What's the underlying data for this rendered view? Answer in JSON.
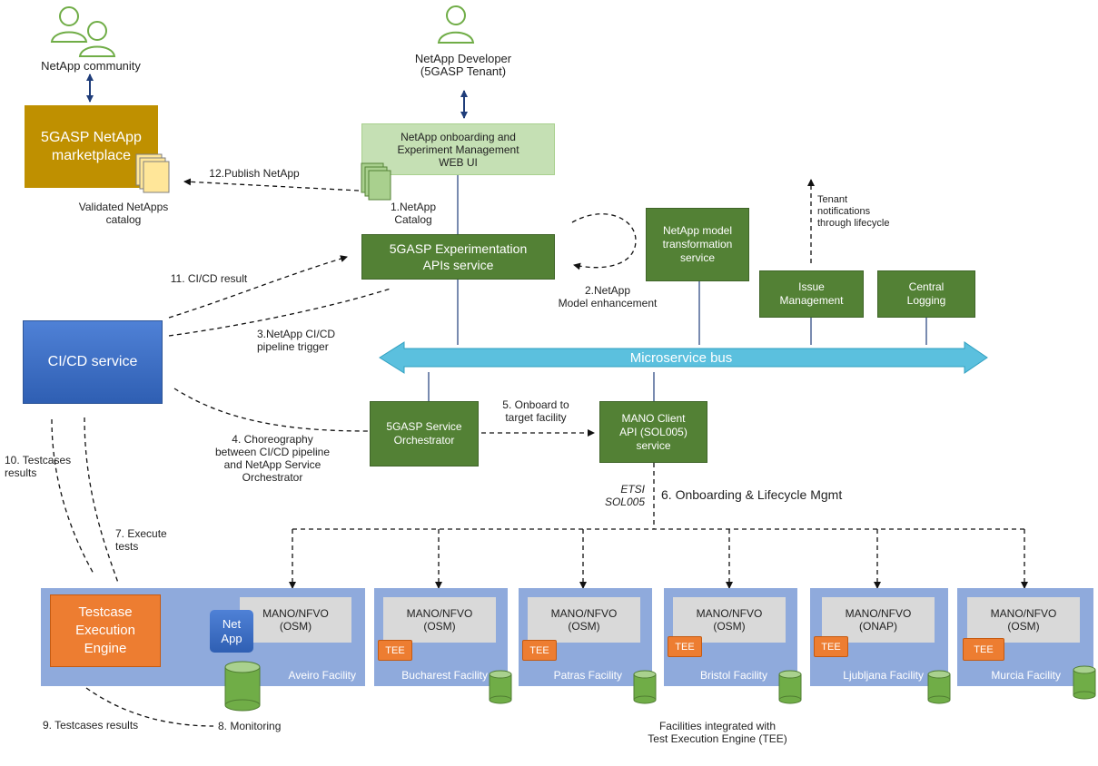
{
  "actors": {
    "community": "NetApp community",
    "developer": "NetApp Developer\n(5GASP Tenant)"
  },
  "boxes": {
    "marketplace": "5GASP NetApp\nmarketplace",
    "webui": "NetApp onboarding and\nExperiment Management\nWEB UI",
    "exp_api": "5GASP Experimentation\nAPIs service",
    "model_transform": "NetApp model\ntransformation\nservice",
    "issue_mgmt": "Issue\nManagement",
    "central_logging": "Central\nLogging",
    "cicd": "CI/CD service",
    "orchestrator": "5GASP Service\nOrchestrator",
    "mano_client": "MANO Client\nAPI (SOL005)\nservice",
    "bus": "Microservice bus",
    "tee_engine": "Testcase\nExecution\nEngine",
    "netapp": "Net\nApp"
  },
  "labels": {
    "validated_catalog": "Validated NetApps\ncatalog",
    "publish": "12.Publish NetApp",
    "netapp_catalog": "1.NetApp\nCatalog",
    "tenant_notif": "Tenant\nnotifications\nthrough lifecycle",
    "model_enh": "2.NetApp\nModel enhancement",
    "cicd_result": "11. CI/CD result",
    "pipeline_trigger": "3.NetApp CI/CD\npipeline trigger",
    "onboard_target": "5. Onboard to\ntarget facility",
    "choreo": "4. Choreography\nbetween CI/CD pipeline\nand NetApp Service\nOrchestrator",
    "testcases_results_10": "10. Testcases\nresults",
    "execute_tests": "7. Execute\ntests",
    "etsi": "ETSI\nSOL005",
    "onboarding_lifecycle": "6. Onboarding & Lifecycle Mgmt",
    "testcases_results_9": "9. Testcases results",
    "monitoring": "8. Monitoring",
    "facilities_tee": "Facilities integrated with\nTest Execution Engine (TEE)"
  },
  "facilities": [
    {
      "name": "Aveiro Facility",
      "mano": "MANO/NFVO\n(OSM)",
      "tee": ""
    },
    {
      "name": "Bucharest Facility",
      "mano": "MANO/NFVO\n(OSM)",
      "tee": "TEE"
    },
    {
      "name": "Patras Facility",
      "mano": "MANO/NFVO\n(OSM)",
      "tee": "TEE"
    },
    {
      "name": "Bristol Facility",
      "mano": "MANO/NFVO\n(OSM)",
      "tee": "TEE"
    },
    {
      "name": "Ljubljana Facility",
      "mano": "MANO/NFVO\n(ONAP)",
      "tee": "TEE"
    },
    {
      "name": "Murcia Facility",
      "mano": "MANO/NFVO\n(OSM)",
      "tee": "TEE"
    }
  ],
  "colors": {
    "green": "#538135",
    "gold": "#bf9000",
    "facility": "#8faadc",
    "cicd": "#4472c4",
    "orange": "#ed7d31",
    "bus": "#5bc0de",
    "db": "#70ad47"
  }
}
